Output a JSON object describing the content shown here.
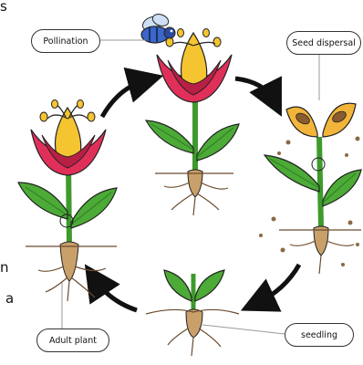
{
  "labels": {
    "pollination": "Pollination",
    "seed_dispersal": "Seed dispersal",
    "adult_plant": "Adult plant",
    "seedling": "seedling"
  },
  "edge_fragments": {
    "top_left": "s",
    "mid_left": "n",
    "bottom_left": "a"
  },
  "colors": {
    "petal": "#e0305a",
    "petal_dark": "#b81f45",
    "flower_center": "#f5c531",
    "stem": "#3e9a2c",
    "leaf": "#4caa36",
    "leaf_vein": "#2d7a22",
    "root": "#6b4a2d",
    "bulb": "#c9a06a",
    "seed_pod": "#f2b53a",
    "bee_body": "#3a67c9",
    "arrow": "#111111"
  },
  "icons": [
    "bee-icon",
    "cycle-arrow-icon"
  ]
}
